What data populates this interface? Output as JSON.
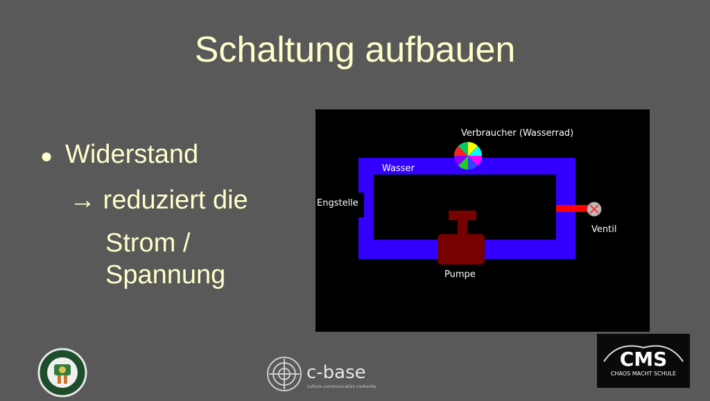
{
  "slide": {
    "title": "Schaltung aufbauen",
    "bullets": {
      "item1_marker": "●",
      "item1": "Widerstand",
      "item2": "→ reduziert die",
      "item3_line1": "Strom /",
      "item3_line2": "Spannung"
    }
  },
  "diagram": {
    "labels": {
      "consumer": "Verbraucher (Wasserrad)",
      "water": "Wasser",
      "constriction": "Engstelle",
      "valve": "Ventil",
      "pump": "Pumpe"
    },
    "colors": {
      "pipe": "#3300ff",
      "pump": "#770000",
      "valve": "#ff0000",
      "background": "#000000"
    }
  },
  "logos": {
    "left": "hackerspace-badge",
    "middle_name": "c-base",
    "middle_tagline": "culture communication carbonite",
    "right_name": "CMS",
    "right_tagline": "CHAOS MACHT SCHULE"
  }
}
